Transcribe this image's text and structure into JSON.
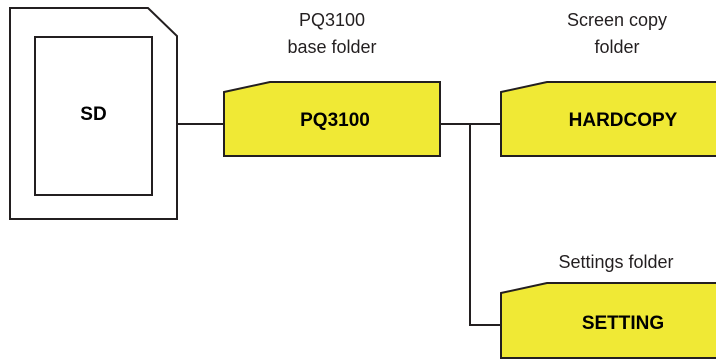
{
  "diagram": {
    "sd_card": {
      "label": "SD"
    },
    "folders": {
      "base": {
        "label": "PQ3100",
        "caption_line1": "PQ3100",
        "caption_line2": "base folder"
      },
      "hardcopy": {
        "label": "HARDCOPY",
        "caption_line1": "Screen copy",
        "caption_line2": "folder"
      },
      "setting": {
        "label": "SETTING",
        "caption_line1": "Settings folder"
      }
    },
    "colors": {
      "folder_fill": "#f0e935",
      "stroke": "#231f20",
      "background": "#ffffff"
    }
  }
}
